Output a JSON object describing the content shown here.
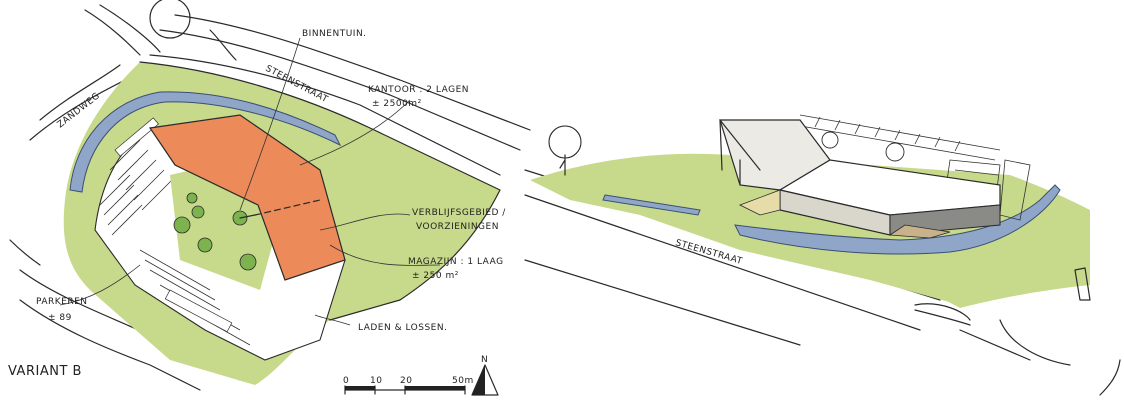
{
  "plan": {
    "label_binnentuin": "BINNENTUIN.",
    "label_kantoor_line1": "KANTOOR : 2 LAGEN",
    "label_kantoor_line2": "± 2500m²",
    "label_road_top": "STEENSTRAAT",
    "label_road_left": "ZANDWEG",
    "label_verblijf_line1": "VERBLIJFSGEBIED /",
    "label_verblijf_line2": "VOORZIENINGEN",
    "label_magazijn_line1": "MAGAZIJN : 1 LAAG",
    "label_magazijn_line2": "± 250 m²",
    "label_parkeren_line1": "PARKEREN",
    "label_parkeren_line2": "± 89",
    "label_laden": "LADEN & LOSSEN.",
    "label_variant": "VARIANT B",
    "scale_labels": [
      "0",
      "10",
      "20",
      "50m"
    ],
    "north_label": "N"
  },
  "perspective": {
    "label_road": "STEENSTRAAT"
  },
  "colors": {
    "grass": "#c7d98a",
    "grass_dark": "#a8c25e",
    "water": "#8fa6c9",
    "building_orange": "#ec8a5a",
    "paving": "#e6e3da"
  }
}
